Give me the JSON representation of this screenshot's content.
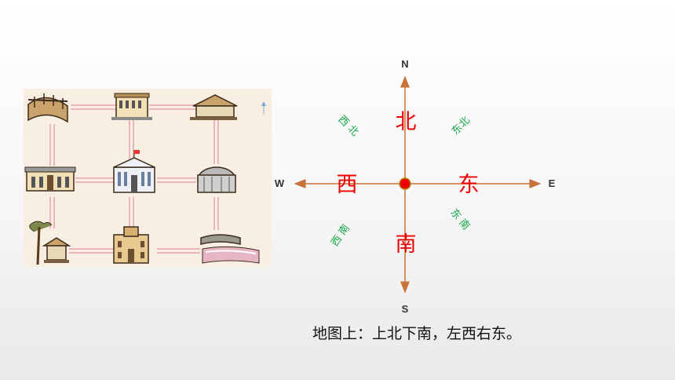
{
  "compass": {
    "north_letter": "N",
    "south_letter": "S",
    "west_letter": "W",
    "east_letter": "E",
    "north": "北",
    "south": "南",
    "west": "西",
    "east": "东",
    "northwest": "西 北",
    "northeast": "东北",
    "southwest": "西 南",
    "southeast": "东 南"
  },
  "caption": "地图上：上北下南，左西右东。",
  "colors": {
    "axis": "#c8733a",
    "big_direction_text": "#ee0000",
    "small_direction_text": "#1aa84a",
    "center_dot": "#ee0000",
    "map_background": "#f8efe2",
    "road": "#e9a3b3"
  },
  "map": {
    "buildings": [
      {
        "name": "bridge-building-icon"
      },
      {
        "name": "hall-building-icon"
      },
      {
        "name": "pavilion-building-icon"
      },
      {
        "name": "station-building-icon"
      },
      {
        "name": "government-building-icon"
      },
      {
        "name": "round-tower-building-icon"
      },
      {
        "name": "garden-pavilion-icon"
      },
      {
        "name": "tower-building-icon"
      },
      {
        "name": "stadium-building-icon"
      }
    ],
    "north_arrow_icon": "north-arrow-icon"
  }
}
